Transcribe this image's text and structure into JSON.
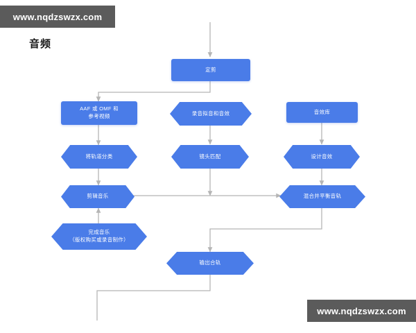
{
  "watermarks": {
    "top": "www.nqdzswzx.com",
    "bottom": "www.nqdzswzx.com"
  },
  "heading": "音频",
  "colors": {
    "node_fill": "#4a7ce8",
    "node_text": "#ffffff",
    "connector": "#b5b5b5",
    "watermark_bg": "#5b5b5b",
    "page_bg": "#ffffff"
  },
  "nodes": {
    "final_cut": {
      "label": "定剪",
      "shape": "rect"
    },
    "aaf_omf": {
      "label_line1": "AAF 或 OMF 和",
      "label_line2": "参考视频",
      "shape": "rect"
    },
    "recording_foley": {
      "label": "录音拟音和音效",
      "shape": "hex"
    },
    "sfx_library": {
      "label": "音效库",
      "shape": "rect"
    },
    "classify_tracks": {
      "label": "将轨道分类",
      "shape": "hex"
    },
    "shot_match": {
      "label": "镜头匹配",
      "shape": "hex"
    },
    "design_sfx": {
      "label": "设计音效",
      "shape": "hex"
    },
    "edit_music": {
      "label": "剪辑音乐",
      "shape": "hex"
    },
    "mix_balance": {
      "label": "混合并平衡音轨",
      "shape": "hex"
    },
    "finish_music": {
      "label_line1": "完成音乐",
      "label_line2": "（版权购买或录音制作）",
      "shape": "hex"
    },
    "output_mix": {
      "label": "输出合轨",
      "shape": "hex"
    }
  }
}
